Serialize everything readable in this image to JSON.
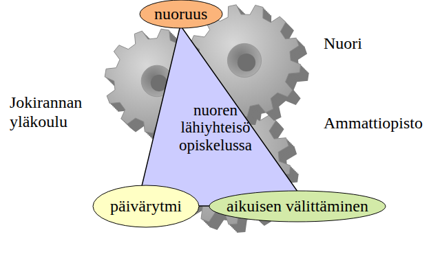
{
  "diagram": {
    "nodes": [
      {
        "text": [
          "nuoruus"
        ]
      },
      {
        "text": [
          "nuoren lähiyhteisö opiskelussa"
        ]
      },
      {
        "text": [
          "päivärytmi"
        ]
      },
      {
        "text": [
          "aikuisen välittäminen"
        ]
      }
    ],
    "labels": [
      "Jokirannan yläkoulu",
      "Nuori",
      "Ammattiopisto"
    ]
  }
}
